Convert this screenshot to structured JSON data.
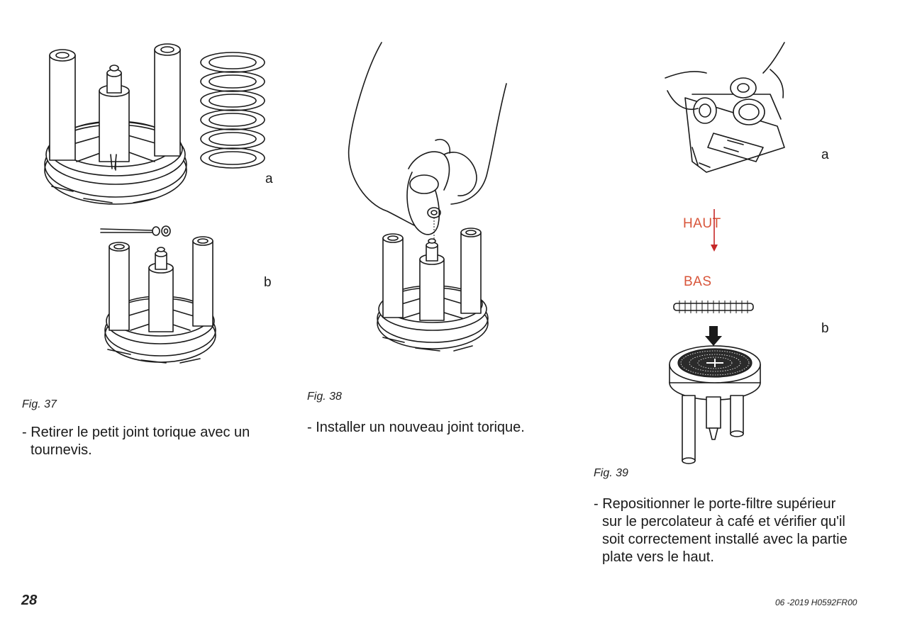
{
  "figures": [
    {
      "label": "Fig. 37",
      "sub_labels": [
        "a",
        "b"
      ],
      "instruction_lines": [
        "- Retirer le petit joint torique avec un",
        "tournevis."
      ]
    },
    {
      "label": "Fig. 38",
      "sub_labels": [],
      "instruction_lines": [
        "- Installer un nouveau joint torique."
      ]
    },
    {
      "label": "Fig. 39",
      "sub_labels": [
        "a",
        "b"
      ],
      "direction_labels": {
        "top": "HAUT",
        "bottom": "BAS"
      },
      "instruction_lines": [
        "- Repositionner le porte-filtre supérieur",
        "sur le percolateur à café et vérifier qu'il",
        "soit correctement installé avec la partie",
        "plate vers le haut."
      ]
    }
  ],
  "footer": {
    "page_number": "28",
    "doc_code": "06 -2019 H0592FR00"
  },
  "colors": {
    "direction_label": "#d8553a",
    "arrow": "#c62828",
    "line_art": "#1a1a1a"
  },
  "icons": [
    "filter-holder-illustration",
    "spring-illustration",
    "screwdriver-illustration",
    "hand-illustration",
    "brew-unit-illustration",
    "filter-screen-illustration",
    "down-arrow-icon"
  ]
}
